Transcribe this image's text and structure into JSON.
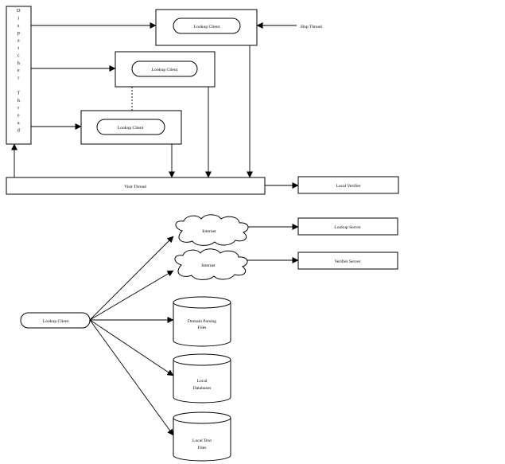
{
  "dispatcher_thread": {
    "label": "Dispatcher Thread"
  },
  "lookup_clients": [
    {
      "label": "Lookup Client"
    },
    {
      "label": "Lookup Client"
    },
    {
      "label": "Lookup Client"
    }
  ],
  "hop_thread": {
    "label": "Hop Thread"
  },
  "visit_thread": {
    "label": "Visit Thread"
  },
  "local_verifier": {
    "label": "Local Verifier"
  },
  "bottom_client": {
    "label": "Lookup Client"
  },
  "clouds": [
    {
      "label": "Internet"
    },
    {
      "label": "Internet"
    }
  ],
  "servers": [
    {
      "label": "Lookup Server"
    },
    {
      "label": "Verifier Server"
    }
  ],
  "databases": [
    {
      "lines": [
        "Domain Parsing",
        "Files"
      ]
    },
    {
      "lines": [
        "Local",
        "Databases"
      ]
    },
    {
      "lines": [
        "Local Text",
        "Files"
      ]
    }
  ]
}
